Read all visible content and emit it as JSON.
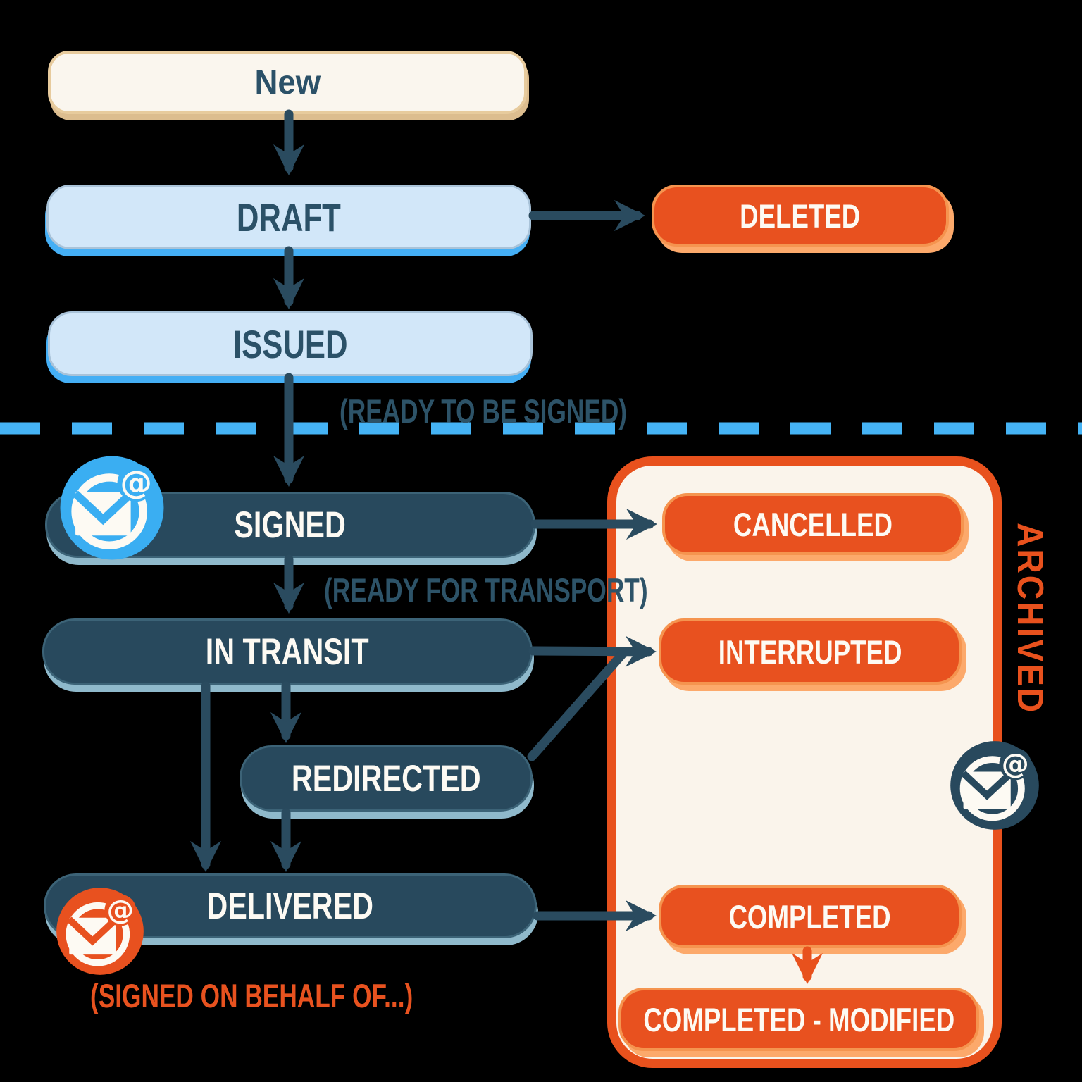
{
  "diagram": {
    "nodes": {
      "new": {
        "label": "New"
      },
      "draft": {
        "label": "DRAFT"
      },
      "issued": {
        "label": "ISSUED"
      },
      "signed": {
        "label": "SIGNED"
      },
      "in_transit": {
        "label": "IN TRANSIT"
      },
      "redirected": {
        "label": "REDIRECTED"
      },
      "delivered": {
        "label": "DELIVERED"
      },
      "deleted": {
        "label": "DELETED"
      },
      "cancelled": {
        "label": "CANCELLED"
      },
      "interrupted": {
        "label": "INTERRUPTED"
      },
      "completed": {
        "label": "COMPLETED"
      },
      "completed_modified": {
        "label": "COMPLETED - MODIFIED"
      }
    },
    "captions": {
      "ready_to_be_signed": "(READY TO BE SIGNED)",
      "ready_for_transport": "(READY FOR TRANSPORT)",
      "signed_on_behalf": "(SIGNED ON BEHALF OF...)"
    },
    "archived_group_label": "ARCHIVED",
    "edges": [
      {
        "from": "new",
        "to": "draft"
      },
      {
        "from": "draft",
        "to": "deleted"
      },
      {
        "from": "draft",
        "to": "issued"
      },
      {
        "from": "issued",
        "to": "signed"
      },
      {
        "from": "signed",
        "to": "cancelled"
      },
      {
        "from": "signed",
        "to": "in_transit"
      },
      {
        "from": "in_transit",
        "to": "interrupted"
      },
      {
        "from": "redirected",
        "to": "interrupted"
      },
      {
        "from": "in_transit",
        "to": "redirected"
      },
      {
        "from": "in_transit",
        "to": "delivered"
      },
      {
        "from": "redirected",
        "to": "delivered"
      },
      {
        "from": "delivered",
        "to": "completed"
      },
      {
        "from": "completed",
        "to": "completed_modified"
      }
    ],
    "icons": {
      "signed_icon": "email-at-icon-blue",
      "delivered_icon": "email-at-icon-orange",
      "archived_icon": "email-at-icon-dark"
    },
    "colors": {
      "background": "#000000",
      "dark_teal": "#28495d",
      "arrow_teal": "#2a4b5f",
      "orange": "#e8511f",
      "orange_border": "#f5944f",
      "orange_shadow": "#fca96b",
      "light_blue_fill": "#d2e7f9",
      "bright_blue": "#45b3f5",
      "cream": "#faf4eb",
      "tan_border": "#e7cb9d",
      "white_text": "#fdfaf3",
      "dark_text": "#2b5168"
    }
  }
}
